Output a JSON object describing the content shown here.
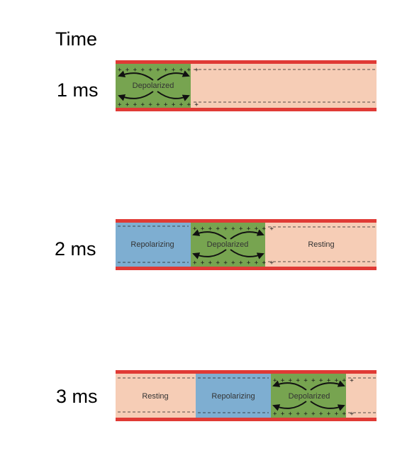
{
  "heading": "Time",
  "colors": {
    "membrane": "#e03a35",
    "resting": "#f6cdb6",
    "depolarized": "#77a450",
    "repolarizing": "#7eaed1"
  },
  "icons": {
    "current": "double-headed-curved-arrow-icon"
  },
  "panels": [
    {
      "time": "1 ms",
      "segments": [
        {
          "state": "depolarized",
          "label": "Depolarized",
          "plus_top": "+ + + + + + + + + + +",
          "plus_bottom": "+ + + + + + + + + + +"
        },
        {
          "state": "resting",
          "label": ""
        }
      ]
    },
    {
      "time": "2 ms",
      "segments": [
        {
          "state": "repolarizing",
          "label": "Repolarizing"
        },
        {
          "state": "depolarized",
          "label": "Depolarized",
          "plus_top": "+ + + + + + + + + + +",
          "plus_bottom": "+ + + + + + + + + + +"
        },
        {
          "state": "resting",
          "label": "Resting"
        }
      ]
    },
    {
      "time": "3 ms",
      "segments": [
        {
          "state": "resting",
          "label": "Resting"
        },
        {
          "state": "repolarizing",
          "label": "Repolarizing"
        },
        {
          "state": "depolarized",
          "label": "Depolarized",
          "plus_top": "+ + + + + + + + + + +",
          "plus_bottom": "+ + + + + + + + + + +"
        },
        {
          "state": "resting",
          "label": ""
        }
      ]
    }
  ]
}
